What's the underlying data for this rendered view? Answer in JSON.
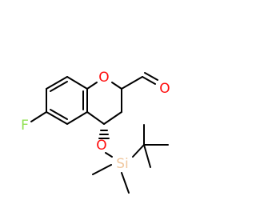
{
  "structure": {
    "atoms": {
      "oxygen_ring": {
        "symbol": "O",
        "color": "#ff0d0d"
      },
      "oxygen_aldehyde": {
        "symbol": "O",
        "color": "#ff0d0d"
      },
      "oxygen_ether": {
        "symbol": "O",
        "color": "#ff0d0d"
      },
      "fluorine": {
        "symbol": "F",
        "color": "#90e050"
      },
      "silicon": {
        "symbol": "Si",
        "color": "#f0c8a0"
      }
    },
    "bond_color": "#000000"
  }
}
